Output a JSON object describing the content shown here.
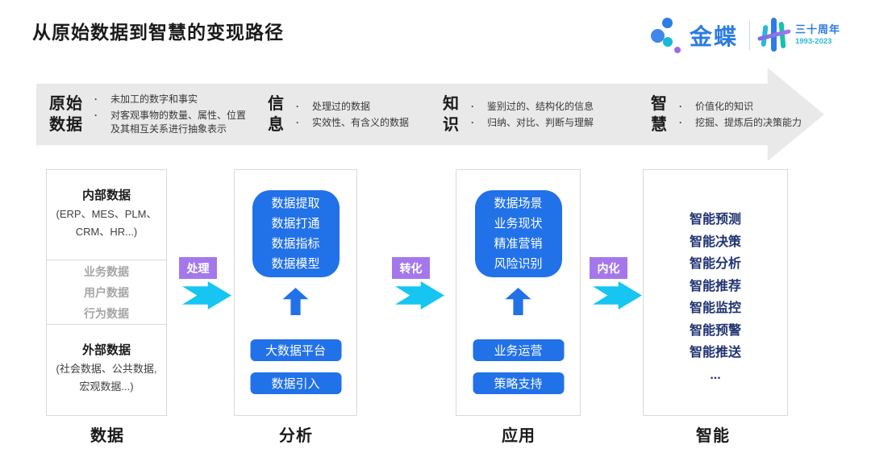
{
  "page": {
    "title": "从原始数据到智慧的变现路径"
  },
  "logo": {
    "brand": "金蝶",
    "anniversary": "三十周年",
    "years": "1993-2023"
  },
  "banner": {
    "stages": [
      {
        "heading_lines": [
          "原始",
          "数据"
        ],
        "bullets": [
          "未加工的数字和事实",
          "对客观事物的数量、属性、位置及其相互关系进行抽象表示"
        ]
      },
      {
        "heading_lines": [
          "信",
          "息"
        ],
        "bullets": [
          "处理过的数据",
          "实效性、有含义的数据"
        ]
      },
      {
        "heading_lines": [
          "知",
          "识"
        ],
        "bullets": [
          "鉴别过的、结构化的信息",
          "归纳、对比、判断与理解"
        ]
      },
      {
        "heading_lines": [
          "智",
          "慧"
        ],
        "bullets": [
          "价值化的知识",
          "挖掘、提炼后的决策能力"
        ]
      }
    ]
  },
  "flow": {
    "connectors": [
      {
        "label": "处理"
      },
      {
        "label": "转化"
      },
      {
        "label": "内化"
      }
    ]
  },
  "columns": {
    "data": {
      "internal_heading": "内部数据",
      "internal_lines": [
        "(ERP、MES、PLM、",
        "CRM、HR...)"
      ],
      "middle_items": [
        "业务数据",
        "用户数据",
        "行为数据"
      ],
      "external_heading": "外部数据",
      "external_lines": [
        "(社会数据、公共数据,",
        "宏观数据...)"
      ],
      "footer": "数据"
    },
    "analysis": {
      "card_lines": [
        "数据提取",
        "数据打通",
        "数据指标",
        "数据模型"
      ],
      "buttons": [
        "大数据平台",
        "数据引入"
      ],
      "footer": "分析"
    },
    "application": {
      "card_lines": [
        "数据场景",
        "业务现状",
        "精准营销",
        "风险识别"
      ],
      "buttons": [
        "业务运营",
        "策略支持"
      ],
      "footer": "应用"
    },
    "intelligence": {
      "items": [
        "智能预测",
        "智能决策",
        "智能分析",
        "智能推荐",
        "智能监控",
        "智能预警",
        "智能推送",
        "..."
      ],
      "footer": "智能"
    }
  },
  "colors": {
    "blue": "#2171e8",
    "navy": "#1f3272",
    "purple": "#a478ea",
    "cyan": "#17c5f2",
    "banner_gray": "#e9e9e9",
    "border_gray": "#d9d9d9",
    "brand_blue": "#2b7be4",
    "teal": "#1ab9d4"
  }
}
